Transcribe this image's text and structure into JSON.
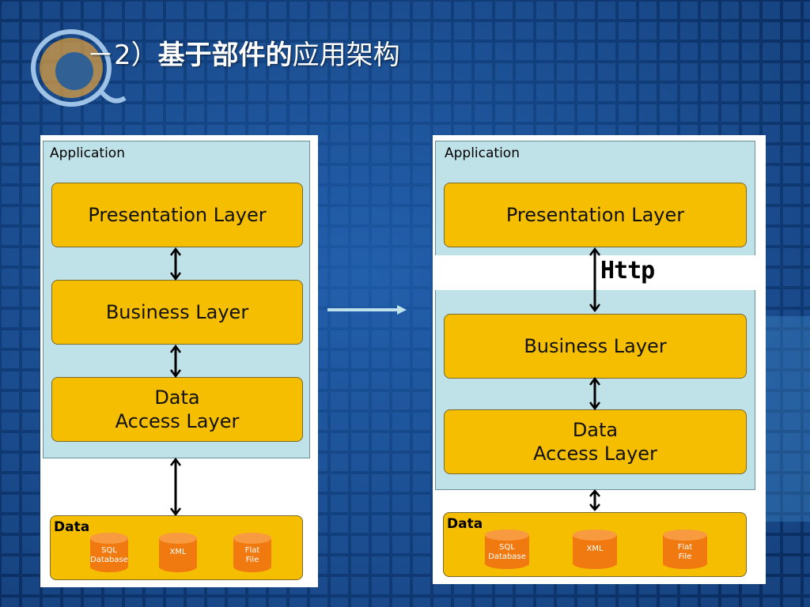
{
  "slide": {
    "title_prefix": "－2）",
    "title_bold": "基于部件的",
    "title_rest": "应用架构"
  },
  "left_diagram": {
    "app_label": "Application",
    "layers": [
      "Presentation Layer",
      "Business Layer",
      "Data\nAccess Layer"
    ],
    "data_label": "Data",
    "stores": [
      "SQL\nDatabase",
      "XML",
      "Flat\nFile"
    ]
  },
  "right_diagram": {
    "app_label": "Application",
    "layers": [
      "Presentation Layer",
      "Business Layer",
      "Data\nAccess Layer"
    ],
    "http_label": "Http",
    "data_label": "Data",
    "stores": [
      "SQL\nDatabase",
      "XML",
      "Flat\nFile"
    ]
  },
  "colors": {
    "background": "#0b3570",
    "layer": "#f5be00",
    "app_box": "#bfe1e8"
  },
  "icons": [
    "at-sign-logo-icon",
    "transform-arrow-icon"
  ]
}
